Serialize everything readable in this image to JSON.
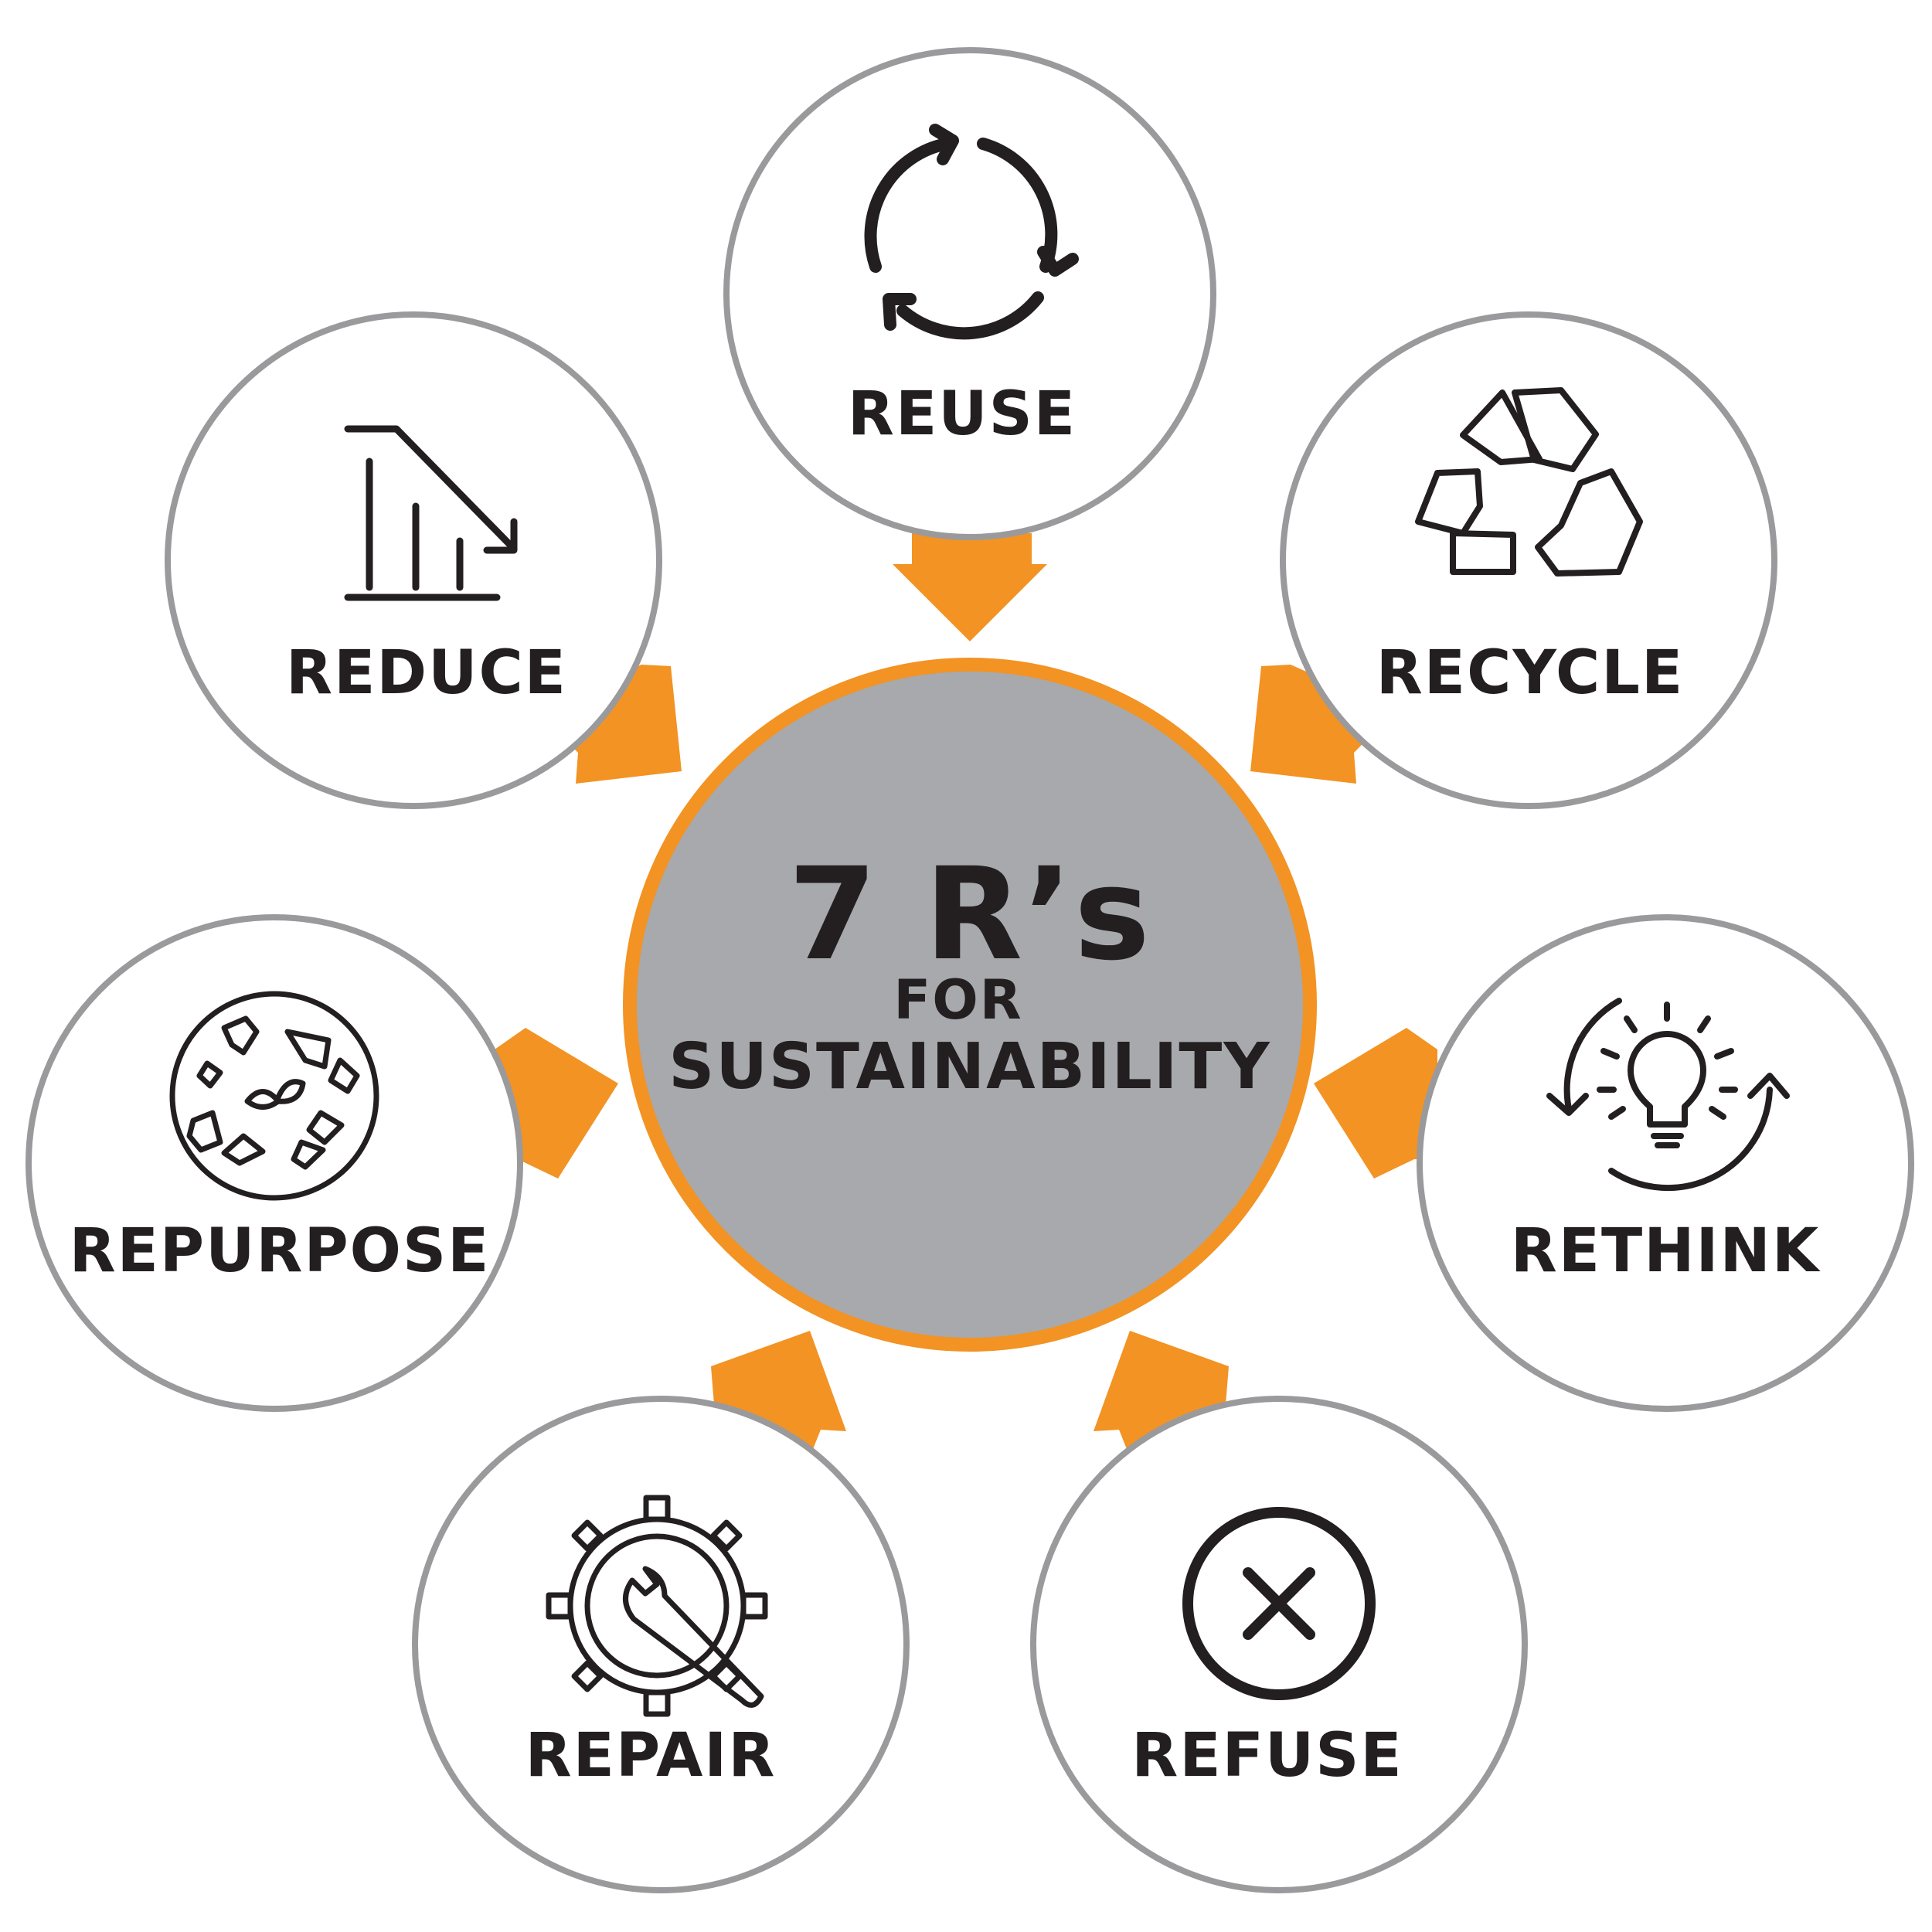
{
  "center": {
    "title": "7 R’s",
    "line1": "FOR",
    "line2": "SUSTAINABILITY"
  },
  "nodes": [
    {
      "label": "REUSE",
      "icon": "cycle-arrows-icon"
    },
    {
      "label": "REDUCE",
      "icon": "descending-bar-chart-icon"
    },
    {
      "label": "RECYCLE",
      "icon": "recycle-icon"
    },
    {
      "label": "REPURPOSE",
      "icon": "recycled-globe-icon"
    },
    {
      "label": "RETHINK",
      "icon": "lightbulb-icon"
    },
    {
      "label": "REPAIR",
      "icon": "gear-wrench-icon"
    },
    {
      "label": "REFUSE",
      "icon": "refuse-x-icon"
    }
  ],
  "colors": {
    "accent": "#f29324",
    "center_fill": "#a7a9ac",
    "ring": "#9a9a9c",
    "text": "#231f20"
  }
}
